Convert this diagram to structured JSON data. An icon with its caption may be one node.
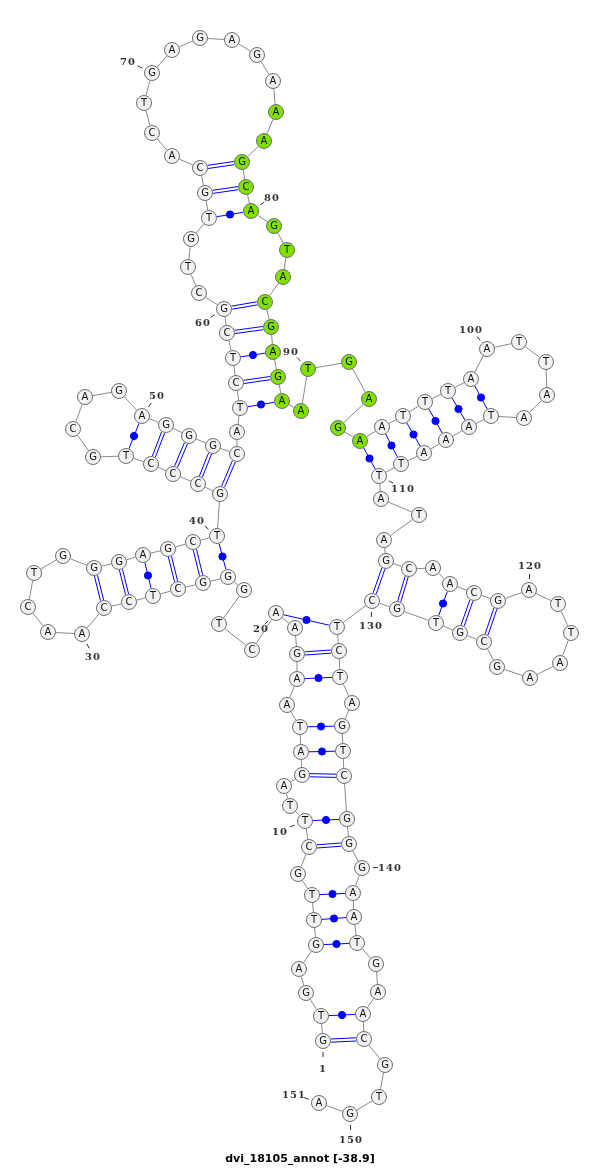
{
  "diagram": {
    "caption": "dvi_18105_annot [-38.9]",
    "nodes": [
      {
        "text": [
          "G"
        ],
        "beside": [
          "1"
        ]
      },
      {
        "text": [
          "T"
        ]
      },
      {
        "text": [
          "G"
        ]
      },
      {
        "text": [
          "A"
        ]
      },
      {
        "text": [
          "G"
        ]
      },
      {
        "text": [
          "T"
        ]
      },
      {
        "text": [
          "T"
        ]
      },
      {
        "text": [
          "G"
        ]
      },
      {
        "text": [
          "C"
        ]
      },
      {
        "text": [
          "T"
        ],
        "beside": [
          "10"
        ]
      },
      {
        "text": [
          "T"
        ]
      },
      {
        "text": [
          "A"
        ]
      },
      {
        "text": [
          "G"
        ]
      },
      {
        "text": [
          "A"
        ]
      },
      {
        "text": [
          "T"
        ]
      },
      {
        "text": [
          "A"
        ]
      },
      {
        "text": [
          "A"
        ]
      },
      {
        "text": [
          "G"
        ]
      },
      {
        "text": [
          "A"
        ]
      },
      {
        "text": [
          "A"
        ],
        "beside": [
          "20"
        ]
      },
      {
        "text": [
          "C"
        ]
      },
      {
        "text": [
          "T"
        ]
      },
      {
        "text": [
          "G"
        ]
      },
      {
        "text": [
          "G"
        ]
      },
      {
        "text": [
          "G"
        ]
      },
      {
        "text": [
          "C"
        ]
      },
      {
        "text": [
          "T"
        ]
      },
      {
        "text": [
          "C"
        ]
      },
      {
        "text": [
          "C"
        ]
      },
      {
        "text": [
          "A"
        ],
        "beside": [
          "30"
        ]
      },
      {
        "text": [
          "A"
        ]
      },
      {
        "text": [
          "C"
        ]
      },
      {
        "text": [
          "T"
        ]
      },
      {
        "text": [
          "G"
        ]
      },
      {
        "text": [
          "G"
        ]
      },
      {
        "text": [
          "G"
        ]
      },
      {
        "text": [
          "A"
        ]
      },
      {
        "text": [
          "G"
        ]
      },
      {
        "text": [
          "C"
        ]
      },
      {
        "text": [
          "T"
        ],
        "beside": [
          "40"
        ]
      },
      {
        "text": [
          "G"
        ]
      },
      {
        "text": [
          "C"
        ]
      },
      {
        "text": [
          "C"
        ]
      },
      {
        "text": [
          "C"
        ]
      },
      {
        "text": [
          "T"
        ]
      },
      {
        "text": [
          "G"
        ]
      },
      {
        "text": [
          "C"
        ]
      },
      {
        "text": [
          "A"
        ]
      },
      {
        "text": [
          "G"
        ]
      },
      {
        "text": [
          "A"
        ],
        "beside": [
          "50"
        ]
      },
      {
        "text": [
          "G"
        ]
      },
      {
        "text": [
          "G"
        ]
      },
      {
        "text": [
          "G"
        ]
      },
      {
        "text": [
          "C"
        ]
      },
      {
        "text": [
          "A"
        ]
      },
      {
        "text": [
          "T"
        ]
      },
      {
        "text": [
          "C"
        ]
      },
      {
        "text": [
          "T"
        ]
      },
      {
        "text": [
          "C"
        ]
      },
      {
        "text": [
          "G"
        ],
        "beside": [
          "60"
        ]
      },
      {
        "text": [
          "C"
        ]
      },
      {
        "text": [
          "T"
        ]
      },
      {
        "text": [
          "G"
        ]
      },
      {
        "text": [
          "T"
        ]
      },
      {
        "text": [
          "G"
        ]
      },
      {
        "text": [
          "C"
        ]
      },
      {
        "text": [
          "A"
        ]
      },
      {
        "text": [
          "C"
        ]
      },
      {
        "text": [
          "T"
        ]
      },
      {
        "text": [
          "G"
        ],
        "beside": [
          "70"
        ]
      },
      {
        "text": [
          "A"
        ]
      },
      {
        "text": [
          "G"
        ]
      },
      {
        "text": [
          "A"
        ]
      },
      {
        "text": [
          "G"
        ]
      },
      {
        "text": [
          "A"
        ]
      },
      {
        "text": [
          "A"
        ]
      },
      {
        "text": [
          "A"
        ]
      },
      {
        "text": [
          "G"
        ]
      },
      {
        "text": [
          "C"
        ]
      },
      {
        "text": [
          "A"
        ],
        "beside": [
          "80"
        ]
      },
      {
        "text": [
          "G"
        ]
      },
      {
        "text": [
          "T"
        ]
      },
      {
        "text": [
          "A"
        ]
      },
      {
        "text": [
          "C"
        ]
      },
      {
        "text": [
          "G"
        ]
      },
      {
        "text": [
          "A"
        ]
      },
      {
        "text": [
          "G"
        ]
      },
      {
        "text": [
          "A"
        ]
      },
      {
        "text": [
          "A"
        ]
      },
      {
        "text": [
          "T"
        ],
        "beside": [
          "90"
        ]
      },
      {
        "text": [
          "G"
        ]
      },
      {
        "text": [
          "A"
        ]
      },
      {
        "text": [
          "G"
        ]
      },
      {
        "text": [
          "A"
        ]
      },
      {
        "text": [
          "A"
        ]
      },
      {
        "text": [
          "T"
        ]
      },
      {
        "text": [
          "T"
        ]
      },
      {
        "text": [
          "T"
        ]
      },
      {
        "text": [
          "A"
        ]
      },
      {
        "text": [
          "A"
        ],
        "beside": [
          "100"
        ]
      },
      {
        "text": [
          "T"
        ]
      },
      {
        "text": [
          "T"
        ]
      },
      {
        "text": [
          "A"
        ]
      },
      {
        "text": [
          "A"
        ]
      },
      {
        "text": [
          "T"
        ]
      },
      {
        "text": [
          "A"
        ]
      },
      {
        "text": [
          "A"
        ]
      },
      {
        "text": [
          "A"
        ]
      },
      {
        "text": [
          "T"
        ]
      },
      {
        "text": [
          "T"
        ],
        "beside": [
          "110"
        ]
      },
      {
        "text": [
          "A"
        ]
      },
      {
        "text": [
          "T"
        ]
      },
      {
        "text": [
          "A"
        ]
      },
      {
        "text": [
          "G"
        ]
      },
      {
        "text": [
          "C"
        ]
      },
      {
        "text": [
          "A"
        ]
      },
      {
        "text": [
          "A"
        ]
      },
      {
        "text": [
          "C"
        ]
      },
      {
        "text": [
          "G"
        ]
      },
      {
        "text": [
          "A"
        ],
        "beside": [
          "120"
        ]
      },
      {
        "text": [
          "T"
        ]
      },
      {
        "text": [
          "T"
        ]
      },
      {
        "text": [
          "A"
        ]
      },
      {
        "text": [
          "A"
        ]
      },
      {
        "text": [
          "G"
        ]
      },
      {
        "text": [
          "C"
        ]
      },
      {
        "text": [
          "G"
        ]
      },
      {
        "text": [
          "T"
        ]
      },
      {
        "text": [
          "G"
        ]
      },
      {
        "text": [
          "C"
        ],
        "beside": [
          "130"
        ]
      },
      {
        "text": [
          "T"
        ]
      },
      {
        "text": [
          "C"
        ]
      },
      {
        "text": [
          "T"
        ]
      },
      {
        "text": [
          "A"
        ]
      },
      {
        "text": [
          "G"
        ]
      },
      {
        "text": [
          "T"
        ]
      },
      {
        "text": [
          "C"
        ]
      },
      {
        "text": [
          "G"
        ]
      },
      {
        "text": [
          "G"
        ]
      },
      {
        "text": [
          "G"
        ],
        "beside": [
          "140"
        ]
      },
      {
        "text": [
          "A"
        ]
      },
      {
        "text": [
          "A"
        ]
      },
      {
        "text": [
          "T"
        ]
      },
      {
        "text": [
          "G"
        ]
      },
      {
        "text": [
          "A"
        ]
      },
      {
        "text": [
          "A"
        ]
      },
      {
        "text": [
          "C"
        ]
      },
      {
        "text": [
          "G"
        ]
      },
      {
        "text": [
          "T"
        ]
      },
      {
        "text": [
          "G"
        ],
        "beside": [
          "150"
        ]
      },
      {
        "text": [
          "A"
        ],
        "beside": [
          "151"
        ]
      }
    ],
    "edges": [
      {
        "from": 0,
        "to": 1,
        "arrow": "none"
      },
      {
        "from": 1,
        "to": 2,
        "arrow": "none"
      },
      {
        "from": 2,
        "to": 3,
        "arrow": "none"
      },
      {
        "from": 3,
        "to": 4,
        "arrow": "none"
      },
      {
        "from": 4,
        "to": 5,
        "arrow": "none"
      },
      {
        "from": 5,
        "to": 6,
        "arrow": "none"
      },
      {
        "from": 6,
        "to": 7,
        "arrow": "none"
      },
      {
        "from": 7,
        "to": 8,
        "arrow": "none"
      },
      {
        "from": 8,
        "to": 9,
        "arrow": "none"
      },
      {
        "from": 9,
        "to": 10,
        "arrow": "none"
      },
      {
        "from": 10,
        "to": 11,
        "arrow": "none"
      },
      {
        "from": 11,
        "to": 12,
        "arrow": "none"
      },
      {
        "from": 12,
        "to": 13,
        "arrow": "none"
      },
      {
        "from": 13,
        "to": 14,
        "arrow": "none"
      },
      {
        "from": 14,
        "to": 15,
        "arrow": "none"
      },
      {
        "from": 15,
        "to": 16,
        "arrow": "none"
      },
      {
        "from": 16,
        "to": 17,
        "arrow": "none"
      },
      {
        "from": 17,
        "to": 18,
        "arrow": "none"
      },
      {
        "from": 18,
        "to": 19,
        "arrow": "none"
      },
      {
        "from": 19,
        "to": 20,
        "arrow": "none"
      },
      {
        "from": 20,
        "to": 21,
        "arrow": "none"
      },
      {
        "from": 21,
        "to": 22,
        "arrow": "none"
      },
      {
        "from": 22,
        "to": 23,
        "arrow": "none"
      },
      {
        "from": 23,
        "to": 24,
        "arrow": "none"
      },
      {
        "from": 24,
        "to": 25,
        "arrow": "none"
      },
      {
        "from": 25,
        "to": 26,
        "arrow": "none"
      },
      {
        "from": 26,
        "to": 27,
        "arrow": "none"
      },
      {
        "from": 27,
        "to": 28,
        "arrow": "none"
      },
      {
        "from": 28,
        "to": 29,
        "arrow": "none"
      },
      {
        "from": 29,
        "to": 30,
        "arrow": "none"
      },
      {
        "from": 30,
        "to": 31,
        "arrow": "none"
      },
      {
        "from": 31,
        "to": 32,
        "arrow": "none"
      },
      {
        "from": 32,
        "to": 33,
        "arrow": "none"
      },
      {
        "from": 33,
        "to": 34,
        "arrow": "none"
      },
      {
        "from": 34,
        "to": 35,
        "arrow": "none"
      },
      {
        "from": 35,
        "to": 36,
        "arrow": "none"
      },
      {
        "from": 36,
        "to": 37,
        "arrow": "none"
      },
      {
        "from": 37,
        "to": 38,
        "arrow": "none"
      },
      {
        "from": 38,
        "to": 39,
        "arrow": "none"
      },
      {
        "from": 39,
        "to": 40,
        "arrow": "none"
      },
      {
        "from": 40,
        "to": 41,
        "arrow": "none"
      },
      {
        "from": 41,
        "to": 42,
        "arrow": "none"
      },
      {
        "from": 42,
        "to": 43,
        "arrow": "none"
      },
      {
        "from": 43,
        "to": 44,
        "arrow": "none"
      },
      {
        "from": 44,
        "to": 45,
        "arrow": "none"
      },
      {
        "from": 45,
        "to": 46,
        "arrow": "none"
      },
      {
        "from": 46,
        "to": 47,
        "arrow": "none"
      },
      {
        "from": 47,
        "to": 48,
        "arrow": "none"
      },
      {
        "from": 48,
        "to": 49,
        "arrow": "none"
      },
      {
        "from": 49,
        "to": 50,
        "arrow": "none"
      },
      {
        "from": 50,
        "to": 51,
        "arrow": "none"
      },
      {
        "from": 51,
        "to": 52,
        "arrow": "none"
      },
      {
        "from": 52,
        "to": 53,
        "arrow": "none"
      },
      {
        "from": 53,
        "to": 54,
        "arrow": "none"
      },
      {
        "from": 54,
        "to": 55,
        "arrow": "none"
      },
      {
        "from": 55,
        "to": 56,
        "arrow": "none"
      },
      {
        "from": 56,
        "to": 57,
        "arrow": "none"
      },
      {
        "from": 57,
        "to": 58,
        "arrow": "none"
      },
      {
        "from": 58,
        "to": 59,
        "arrow": "none"
      },
      {
        "from": 59,
        "to": 60,
        "arrow": "none"
      },
      {
        "from": 60,
        "to": 61,
        "arrow": "none"
      },
      {
        "from": 61,
        "to": 62,
        "arrow": "none"
      },
      {
        "from": 62,
        "to": 63,
        "arrow": "none"
      },
      {
        "from": 63,
        "to": 64,
        "arrow": "none"
      },
      {
        "from": 64,
        "to": 65,
        "arrow": "none"
      },
      {
        "from": 65,
        "to": 66,
        "arrow": "none"
      },
      {
        "from": 66,
        "to": 67,
        "arrow": "none"
      },
      {
        "from": 67,
        "to": 68,
        "arrow": "none"
      },
      {
        "from": 68,
        "to": 69,
        "arrow": "none"
      },
      {
        "from": 69,
        "to": 70,
        "arrow": "none"
      },
      {
        "from": 70,
        "to": 71,
        "arrow": "none"
      },
      {
        "from": 71,
        "to": 72,
        "arrow": "none"
      },
      {
        "from": 72,
        "to": 73,
        "arrow": "none"
      },
      {
        "from": 73,
        "to": 74,
        "arrow": "none"
      },
      {
        "from": 74,
        "to": 75,
        "arrow": "none"
      },
      {
        "from": 75,
        "to": 76,
        "arrow": "none"
      },
      {
        "from": 76,
        "to": 77,
        "arrow": "none"
      },
      {
        "from": 77,
        "to": 78,
        "arrow": "none"
      },
      {
        "from": 78,
        "to": 79,
        "arrow": "none"
      },
      {
        "from": 79,
        "to": 80,
        "arrow": "none"
      },
      {
        "from": 80,
        "to": 81,
        "arrow": "none"
      },
      {
        "from": 81,
        "to": 82,
        "arrow": "none"
      },
      {
        "from": 82,
        "to": 83,
        "arrow": "none"
      },
      {
        "from": 83,
        "to": 84,
        "arrow": "none"
      },
      {
        "from": 84,
        "to": 85,
        "arrow": "none"
      },
      {
        "from": 85,
        "to": 86,
        "arrow": "none"
      },
      {
        "from": 86,
        "to": 87,
        "arrow": "none"
      },
      {
        "from": 87,
        "to": 88,
        "arrow": "none"
      },
      {
        "from": 88,
        "to": 89,
        "arrow": "none"
      },
      {
        "from": 89,
        "to": 90,
        "arrow": "none"
      },
      {
        "from": 90,
        "to": 91,
        "arrow": "none"
      },
      {
        "from": 91,
        "to": 92,
        "arrow": "none"
      },
      {
        "from": 92,
        "to": 93,
        "arrow": "none"
      },
      {
        "from": 93,
        "to": 94,
        "arrow": "none"
      },
      {
        "from": 94,
        "to": 95,
        "arrow": "none"
      },
      {
        "from": 95,
        "to": 96,
        "arrow": "none"
      },
      {
        "from": 96,
        "to": 97,
        "arrow": "none"
      },
      {
        "from": 97,
        "to": 98,
        "arrow": "none"
      },
      {
        "from": 98,
        "to": 99,
        "arrow": "none"
      },
      {
        "from": 99,
        "to": 100,
        "arrow": "none"
      },
      {
        "from": 100,
        "to": 101,
        "arrow": "none"
      },
      {
        "from": 101,
        "to": 102,
        "arrow": "none"
      },
      {
        "from": 102,
        "to": 103,
        "arrow": "none"
      },
      {
        "from": 103,
        "to": 104,
        "arrow": "none"
      },
      {
        "from": 104,
        "to": 105,
        "arrow": "none"
      },
      {
        "from": 105,
        "to": 106,
        "arrow": "none"
      },
      {
        "from": 106,
        "to": 107,
        "arrow": "none"
      },
      {
        "from": 107,
        "to": 108,
        "arrow": "none"
      },
      {
        "from": 108,
        "to": 109,
        "arrow": "none"
      },
      {
        "from": 109,
        "to": 110,
        "arrow": "none"
      },
      {
        "from": 110,
        "to": 111,
        "arrow": "none"
      },
      {
        "from": 111,
        "to": 112,
        "arrow": "none"
      },
      {
        "from": 112,
        "to": 113,
        "arrow": "none"
      },
      {
        "from": 113,
        "to": 114,
        "arrow": "none"
      },
      {
        "from": 114,
        "to": 115,
        "arrow": "none"
      },
      {
        "from": 115,
        "to": 116,
        "arrow": "none"
      },
      {
        "from": 116,
        "to": 117,
        "arrow": "none"
      },
      {
        "from": 117,
        "to": 118,
        "arrow": "none"
      },
      {
        "from": 118,
        "to": 119,
        "arrow": "none"
      },
      {
        "from": 119,
        "to": 120,
        "arrow": "none"
      },
      {
        "from": 120,
        "to": 121,
        "arrow": "none"
      },
      {
        "from": 121,
        "to": 122,
        "arrow": "none"
      },
      {
        "from": 122,
        "to": 123,
        "arrow": "none"
      },
      {
        "from": 123,
        "to": 124,
        "arrow": "none"
      },
      {
        "from": 124,
        "to": 125,
        "arrow": "none"
      },
      {
        "from": 125,
        "to": 126,
        "arrow": "none"
      },
      {
        "from": 126,
        "to": 127,
        "arrow": "none"
      },
      {
        "from": 127,
        "to": 128,
        "arrow": "none"
      },
      {
        "from": 128,
        "to": 129,
        "arrow": "none"
      },
      {
        "from": 129,
        "to": 130,
        "arrow": "none"
      },
      {
        "from": 130,
        "to": 131,
        "arrow": "none"
      },
      {
        "from": 131,
        "to": 132,
        "arrow": "none"
      },
      {
        "from": 132,
        "to": 133,
        "arrow": "none"
      },
      {
        "from": 133,
        "to": 134,
        "arrow": "none"
      },
      {
        "from": 134,
        "to": 135,
        "arrow": "none"
      },
      {
        "from": 135,
        "to": 136,
        "arrow": "none"
      },
      {
        "from": 136,
        "to": 137,
        "arrow": "none"
      },
      {
        "from": 137,
        "to": 138,
        "arrow": "none"
      },
      {
        "from": 138,
        "to": 139,
        "arrow": "none"
      },
      {
        "from": 139,
        "to": 140,
        "arrow": "none"
      },
      {
        "from": 140,
        "to": 141,
        "arrow": "none"
      },
      {
        "from": 141,
        "to": 142,
        "arrow": "none"
      },
      {
        "from": 142,
        "to": 143,
        "arrow": "none"
      },
      {
        "from": 143,
        "to": 144,
        "arrow": "none"
      },
      {
        "from": 144,
        "to": 145,
        "arrow": "none"
      },
      {
        "from": 145,
        "to": 146,
        "arrow": "none"
      },
      {
        "from": 146,
        "to": 147,
        "arrow": "none"
      },
      {
        "from": 147,
        "to": 148,
        "arrow": "none"
      },
      {
        "from": 148,
        "to": 149,
        "arrow": "none"
      },
      {
        "from": 149,
        "to": 150,
        "arrow": "none"
      },
      {
        "from": 0,
        "to": 146,
        "arrow": "none",
        "color": "#0000ff"
      },
      {
        "from": 1,
        "to": 145,
        "arrow": "none",
        "color": "#0000ff"
      },
      {
        "from": 4,
        "to": 142,
        "arrow": "none",
        "color": "#0000ff"
      },
      {
        "from": 5,
        "to": 141,
        "arrow": "none",
        "color": "#0000ff"
      },
      {
        "from": 6,
        "to": 140,
        "arrow": "none",
        "color": "#0000ff"
      },
      {
        "from": 8,
        "to": 138,
        "arrow": "none",
        "color": "#0000ff"
      },
      {
        "from": 9,
        "to": 137,
        "arrow": "none",
        "color": "#0000ff"
      },
      {
        "from": 12,
        "to": 136,
        "arrow": "none",
        "color": "#0000ff"
      },
      {
        "from": 13,
        "to": 135,
        "arrow": "none",
        "color": "#0000ff"
      },
      {
        "from": 14,
        "to": 134,
        "arrow": "none",
        "color": "#0000ff"
      },
      {
        "from": 16,
        "to": 132,
        "arrow": "none",
        "color": "#0000ff"
      },
      {
        "from": 17,
        "to": 131,
        "arrow": "none",
        "color": "#0000ff"
      },
      {
        "from": 19,
        "to": 130,
        "arrow": "none",
        "color": "#0000ff"
      },
      {
        "from": 23,
        "to": 39,
        "arrow": "none",
        "color": "#0000ff"
      },
      {
        "from": 24,
        "to": 38,
        "arrow": "none",
        "color": "#0000ff"
      },
      {
        "from": 25,
        "to": 37,
        "arrow": "none",
        "color": "#0000ff"
      },
      {
        "from": 26,
        "to": 36,
        "arrow": "none",
        "color": "#0000ff"
      },
      {
        "from": 27,
        "to": 35,
        "arrow": "none",
        "color": "#0000ff"
      },
      {
        "from": 28,
        "to": 34,
        "arrow": "none",
        "color": "#0000ff"
      },
      {
        "from": 40,
        "to": 53,
        "arrow": "none",
        "color": "#0000ff"
      },
      {
        "from": 41,
        "to": 52,
        "arrow": "none",
        "color": "#0000ff"
      },
      {
        "from": 42,
        "to": 51,
        "arrow": "none",
        "color": "#0000ff"
      },
      {
        "from": 43,
        "to": 50,
        "arrow": "none",
        "color": "#0000ff"
      },
      {
        "from": 44,
        "to": 49,
        "arrow": "none",
        "color": "#0000ff"
      },
      {
        "from": 55,
        "to": 87,
        "arrow": "none",
        "color": "#0000ff"
      },
      {
        "from": 56,
        "to": 86,
        "arrow": "none",
        "color": "#0000ff"
      },
      {
        "from": 57,
        "to": 85,
        "arrow": "none",
        "color": "#0000ff"
      },
      {
        "from": 58,
        "to": 84,
        "arrow": "none",
        "color": "#0000ff"
      },
      {
        "from": 59,
        "to": 83,
        "arrow": "none",
        "color": "#0000ff"
      },
      {
        "from": 63,
        "to": 79,
        "arrow": "none",
        "color": "#0000ff"
      },
      {
        "from": 64,
        "to": 78,
        "arrow": "none",
        "color": "#0000ff"
      },
      {
        "from": 65,
        "to": 77,
        "arrow": "none",
        "color": "#0000ff"
      },
      {
        "from": 93,
        "to": 109,
        "arrow": "none",
        "color": "#0000ff"
      },
      {
        "from": 94,
        "to": 108,
        "arrow": "none",
        "color": "#0000ff"
      },
      {
        "from": 95,
        "to": 107,
        "arrow": "none",
        "color": "#0000ff"
      },
      {
        "from": 96,
        "to": 106,
        "arrow": "none",
        "color": "#0000ff"
      },
      {
        "from": 97,
        "to": 105,
        "arrow": "none",
        "color": "#0000ff"
      },
      {
        "from": 98,
        "to": 104,
        "arrow": "none",
        "color": "#0000ff"
      },
      {
        "from": 113,
        "to": 129,
        "arrow": "none",
        "color": "#0000ff"
      },
      {
        "from": 114,
        "to": 128,
        "arrow": "none",
        "color": "#0000ff"
      },
      {
        "from": 116,
        "to": 127,
        "arrow": "none",
        "color": "#0000ff"
      },
      {
        "from": 117,
        "to": 126,
        "arrow": "none",
        "color": "#0000ff"
      },
      {
        "from": 118,
        "to": 125,
        "arrow": "none",
        "color": "#0000ff"
      }
    ]
  }
}
